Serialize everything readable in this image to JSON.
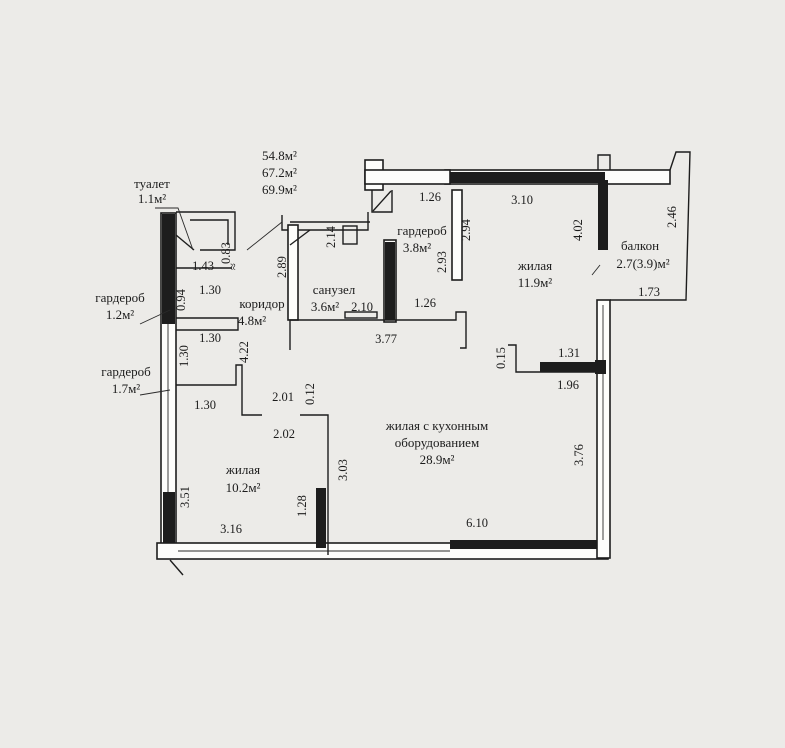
{
  "areas": {
    "total_1": "54.8м²",
    "total_2": "67.2м²",
    "total_3": "69.9м²"
  },
  "rooms": [
    {
      "id": "toilet",
      "name": "туалет",
      "area": "1.1м²"
    },
    {
      "id": "wardrobe-1",
      "name": "гардероб",
      "area": "1.2м²"
    },
    {
      "id": "wardrobe-2",
      "name": "гардероб",
      "area": "1.7м²"
    },
    {
      "id": "corridor",
      "name": "коридор",
      "area": "4.8м²"
    },
    {
      "id": "bathroom",
      "name": "санузел",
      "area": "3.6м²"
    },
    {
      "id": "wardrobe-3",
      "name": "гардероб",
      "area": "3.8м²"
    },
    {
      "id": "living-1",
      "name": "жилая",
      "area": "11.9м²"
    },
    {
      "id": "balcony",
      "name": "балкон",
      "area": "2.7(3.9)м²"
    },
    {
      "id": "living-kitchen",
      "name_1": "жилая с кухонным",
      "name_2": "оборудованием",
      "area": "28.9м²"
    },
    {
      "id": "living-2",
      "name": "жилая",
      "area": "10.2м²"
    }
  ],
  "dimensions": [
    {
      "id": "d-1-26-top",
      "value": "1.26"
    },
    {
      "id": "d-3-10",
      "value": "3.10"
    },
    {
      "id": "d-2-94",
      "value": "2.94"
    },
    {
      "id": "d-4-02",
      "value": "4.02"
    },
    {
      "id": "d-2-46",
      "value": "2.46"
    },
    {
      "id": "d-2-93",
      "value": "2.93"
    },
    {
      "id": "d-2-14",
      "value": "2.14"
    },
    {
      "id": "d-2-89",
      "value": "2.89"
    },
    {
      "id": "d-0-83",
      "value": "0.83"
    },
    {
      "id": "d-1-43",
      "value": "1.43"
    },
    {
      "id": "d-1-30-a",
      "value": "1.30"
    },
    {
      "id": "d-0-94",
      "value": "0.94"
    },
    {
      "id": "d-1-30-b",
      "value": "1.30"
    },
    {
      "id": "d-1-30-c",
      "value": "1.30"
    },
    {
      "id": "d-4-22",
      "value": "4.22"
    },
    {
      "id": "d-1-30-d",
      "value": "1.30"
    },
    {
      "id": "d-2-10",
      "value": "2.10"
    },
    {
      "id": "d-1-26-mid",
      "value": "1.26"
    },
    {
      "id": "d-3-77",
      "value": "3.77"
    },
    {
      "id": "d-1-73",
      "value": "1.73"
    },
    {
      "id": "d-0-15",
      "value": "0.15"
    },
    {
      "id": "d-1-31",
      "value": "1.31"
    },
    {
      "id": "d-1-96",
      "value": "1.96"
    },
    {
      "id": "d-2-01",
      "value": "2.01"
    },
    {
      "id": "d-0-12",
      "value": "0.12"
    },
    {
      "id": "d-2-02",
      "value": "2.02"
    },
    {
      "id": "d-3-76",
      "value": "3.76"
    },
    {
      "id": "d-3-51",
      "value": "3.51"
    },
    {
      "id": "d-3-03",
      "value": "3.03"
    },
    {
      "id": "d-1-28",
      "value": "1.28"
    },
    {
      "id": "d-3-16",
      "value": "3.16"
    },
    {
      "id": "d-6-10",
      "value": "6.10"
    }
  ],
  "colors": {
    "paper": "#ecebe8",
    "ink": "#1d1d1d"
  }
}
